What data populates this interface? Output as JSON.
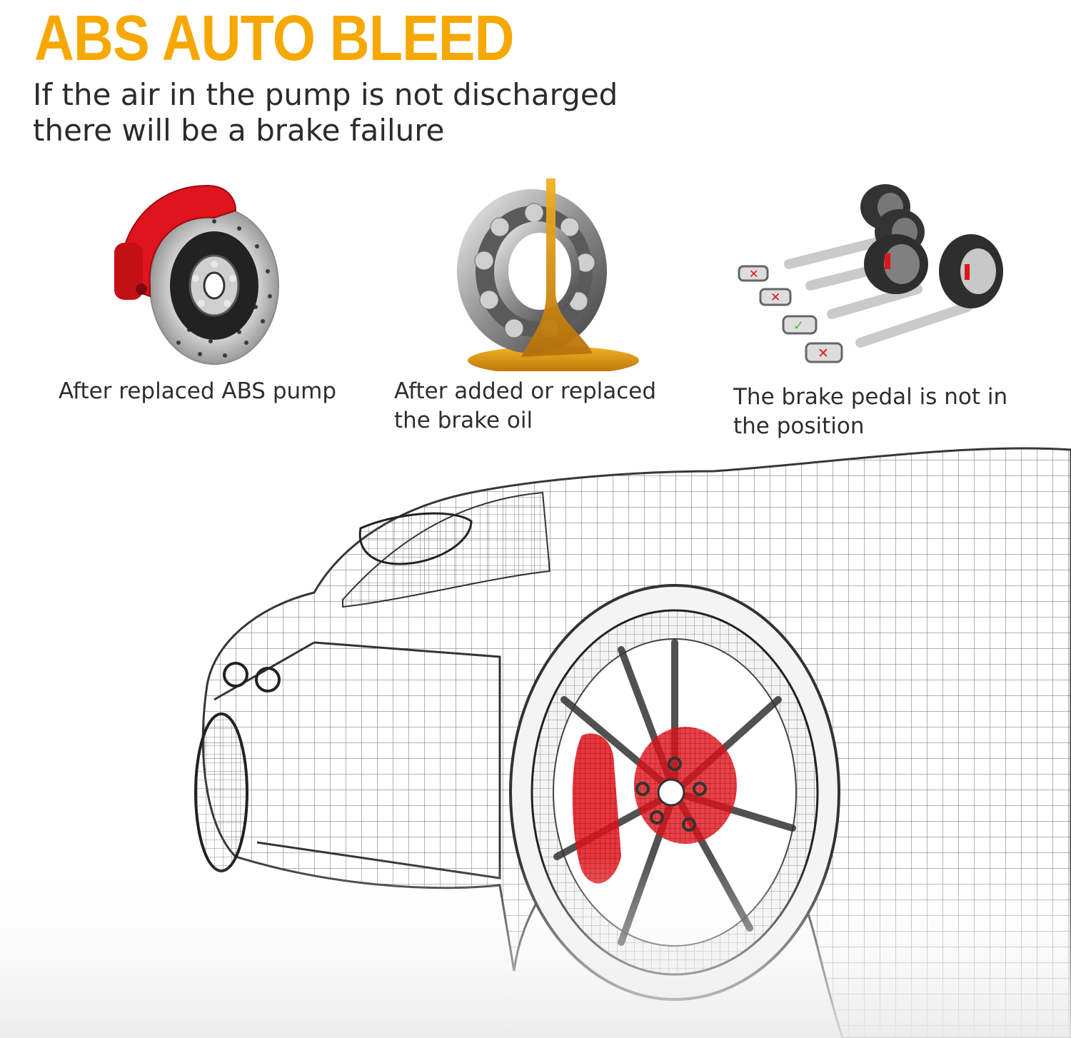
{
  "header": {
    "title": "ABS AUTO BLEED",
    "subtitle_line1": "If the air in the pump is not discharged",
    "subtitle_line2": "there will be a brake failure"
  },
  "features": [
    {
      "icon": "brake-disc-icon",
      "caption": "After replaced ABS pump"
    },
    {
      "icon": "bearing-oil-icon",
      "caption_line1": "After added or replaced",
      "caption_line2": "the brake oil"
    },
    {
      "icon": "wheels-checklist-icon",
      "caption_line1": "The brake pedal is not in",
      "caption_line2": "the position"
    }
  ],
  "colors": {
    "title": "#f7a800",
    "caliper_red": "#e0141c",
    "oil_amber": "#e09a10",
    "check_green": "#3fbf3a"
  }
}
